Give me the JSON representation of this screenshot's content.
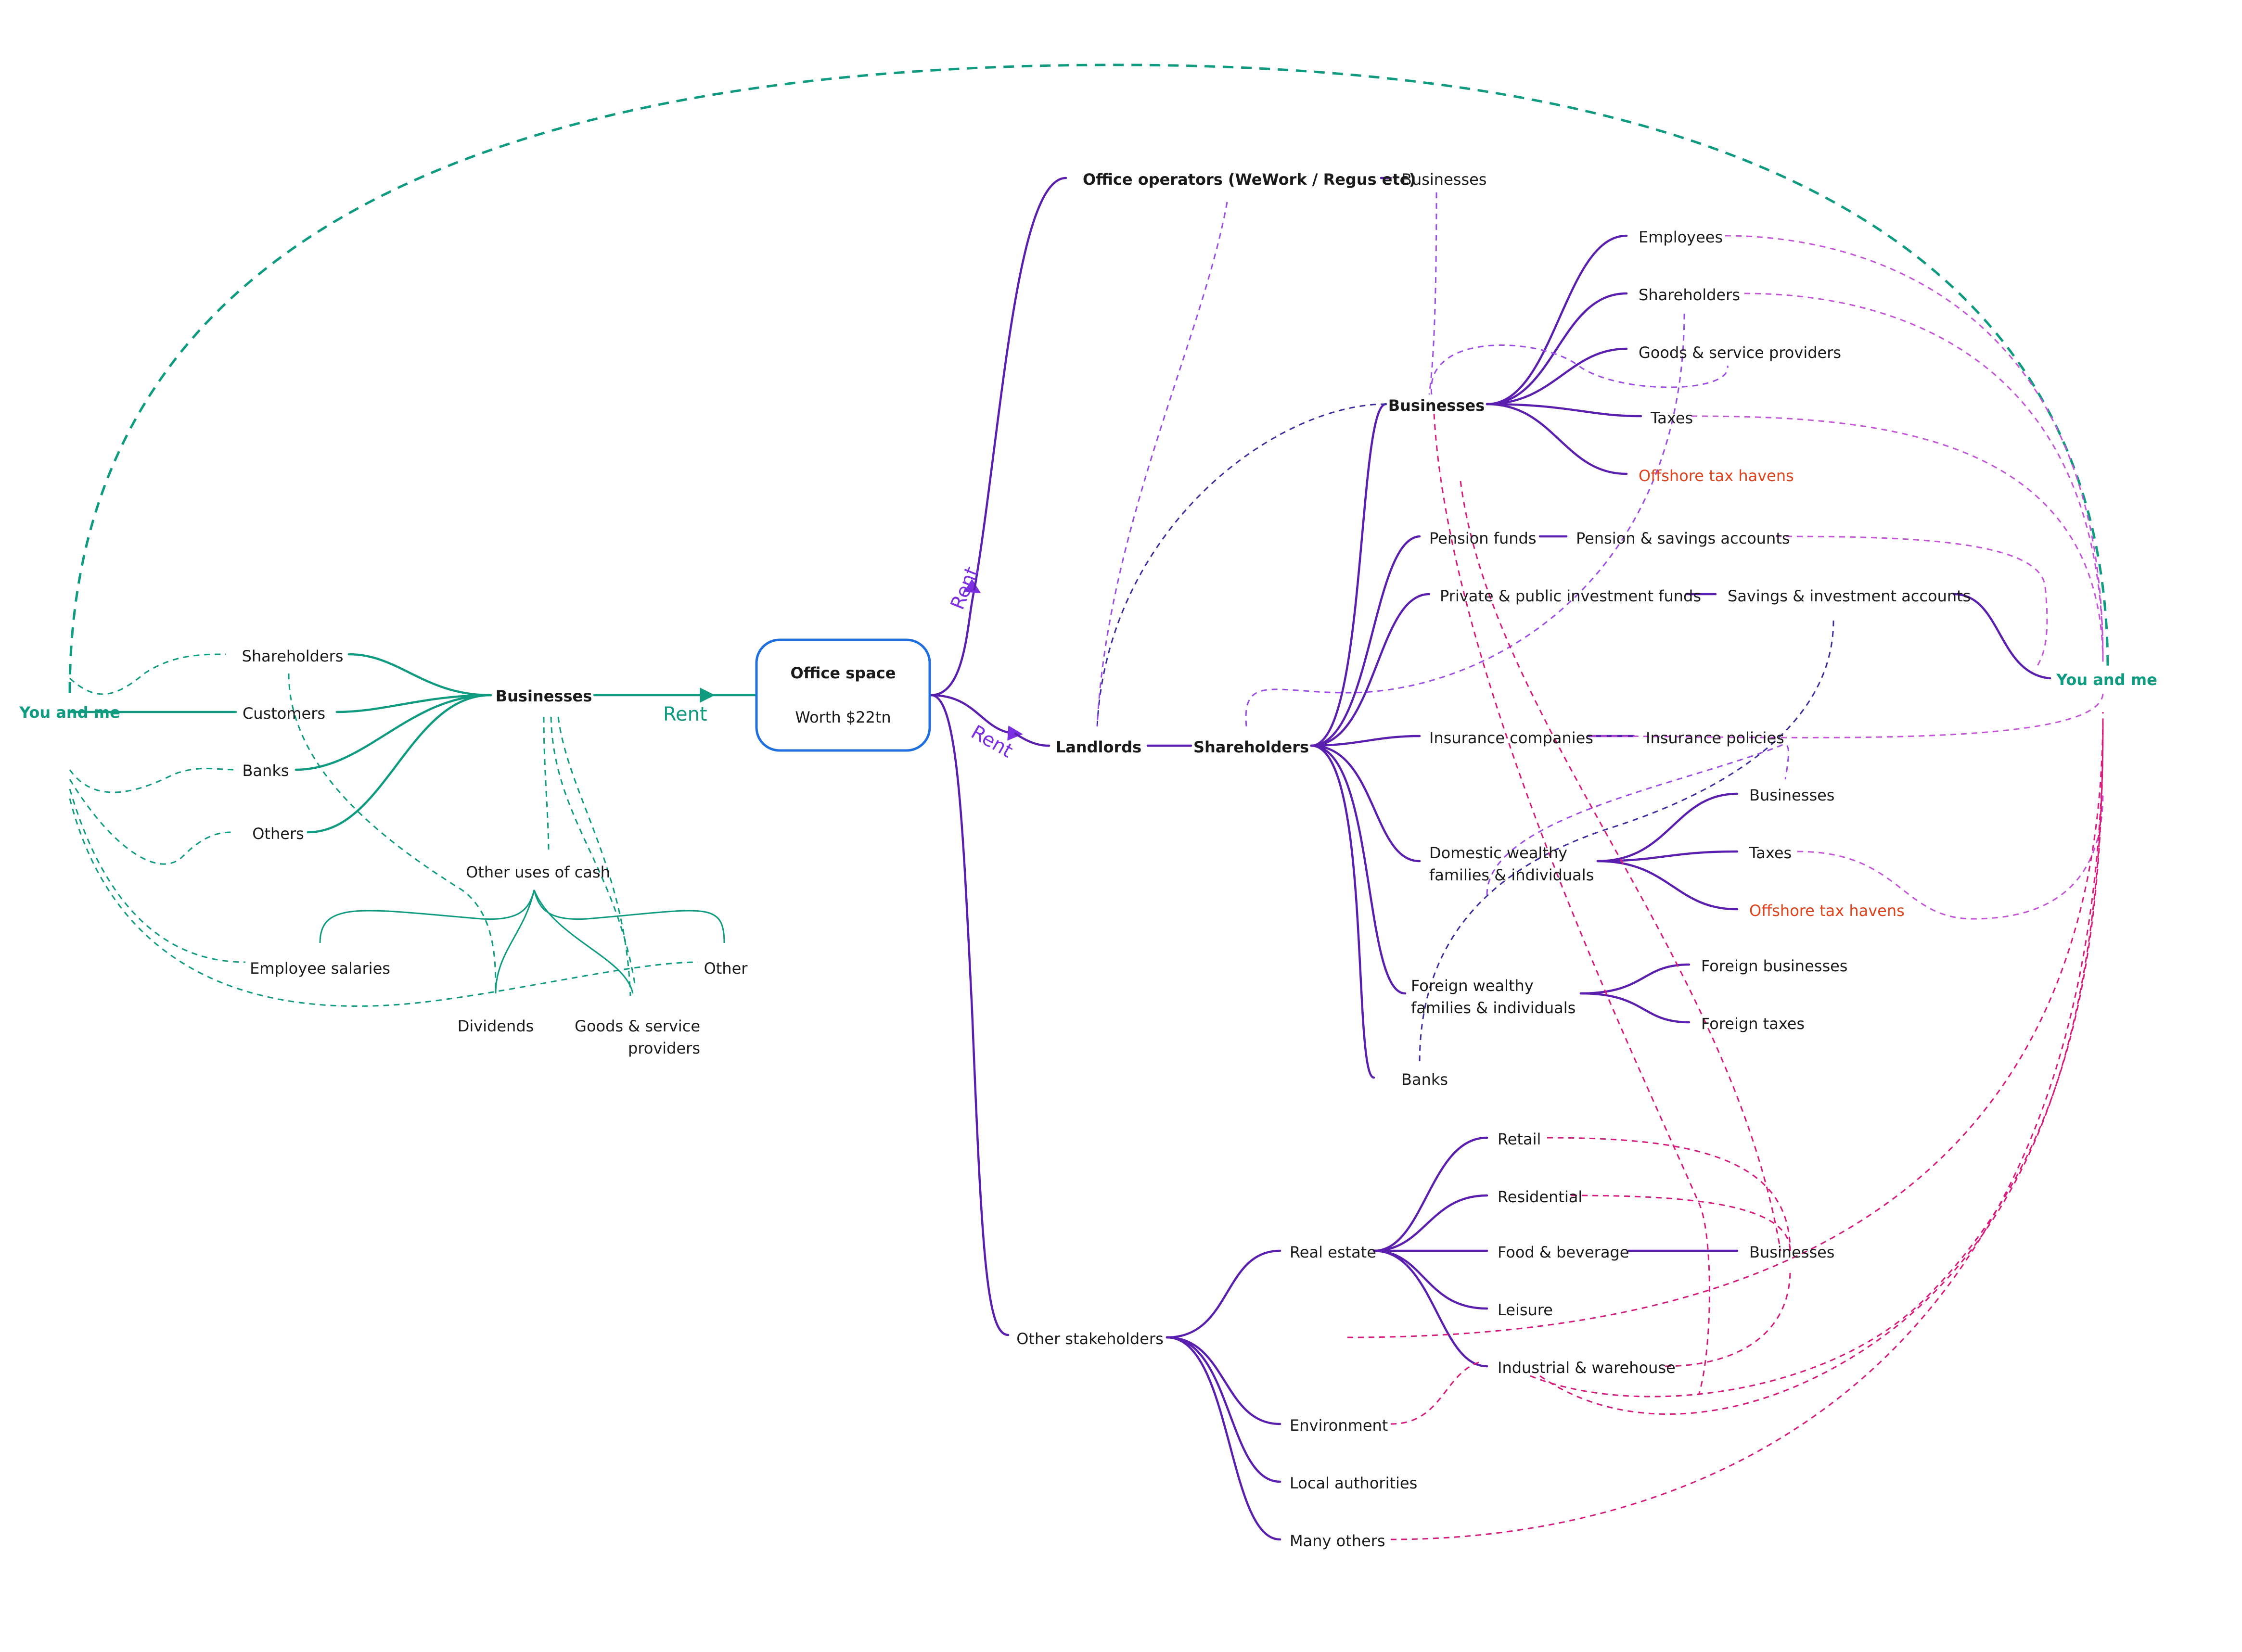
{
  "center": {
    "title": "Office space",
    "subtitle": "Worth $22tn"
  },
  "edge_labels": {
    "rent_up": "Rent",
    "rent_down": "Rent",
    "rent_left": "Rent"
  },
  "left": {
    "you_and_me": "You and me",
    "businesses": "Businesses",
    "shareholders": "Shareholders",
    "customers": "Customers",
    "banks": "Banks",
    "others": "Others",
    "other_uses_of_cash": "Other uses of cash",
    "employee_salaries": "Employee salaries",
    "other": "Other",
    "dividends": "Dividends",
    "goods_service_line1": "Goods & service",
    "goods_service_line2": "providers"
  },
  "top": {
    "office_operators": "Office operators (WeWork / Regus etc)",
    "businesses": "Businesses"
  },
  "middle": {
    "landlords": "Landlords",
    "shareholders": "Shareholders"
  },
  "biz_branch": {
    "businesses": "Businesses",
    "employees": "Employees",
    "shareholders": "Shareholders",
    "goods_service": "Goods & service providers",
    "taxes": "Taxes",
    "offshore": "Offshore tax havens"
  },
  "funds": {
    "pension_funds": "Pension funds",
    "pension_accounts": "Pension & savings accounts",
    "investment_funds": "Private & public investment funds",
    "investment_accounts": "Savings & investment accounts",
    "insurance_companies": "Insurance companies",
    "insurance_policies": "Insurance policies"
  },
  "domestic": {
    "line1": "Domestic wealthy",
    "line2": "families & individuals",
    "businesses": "Businesses",
    "taxes": "Taxes",
    "offshore": "Offshore tax havens"
  },
  "foreign": {
    "line1": "Foreign wealthy",
    "line2": "families & individuals",
    "businesses": "Foreign businesses",
    "taxes": "Foreign taxes"
  },
  "banks": "Banks",
  "right": {
    "you_and_me": "You and me"
  },
  "stakeholders": {
    "other_stakeholders": "Other stakeholders",
    "real_estate": "Real estate",
    "retail": "Retail",
    "residential": "Residential",
    "food_beverage": "Food & beverage",
    "businesses": "Businesses",
    "leisure": "Leisure",
    "industrial": "Industrial & warehouse",
    "environment": "Environment",
    "local_authorities": "Local authorities",
    "many_others": "Many others"
  },
  "colors": {
    "purple": "#5b1fb0",
    "green": "#0f9b80",
    "blue": "#1f6fe0",
    "orange": "#e0431c",
    "magenta": "#d81b7a",
    "violet": "#9b4de6"
  }
}
